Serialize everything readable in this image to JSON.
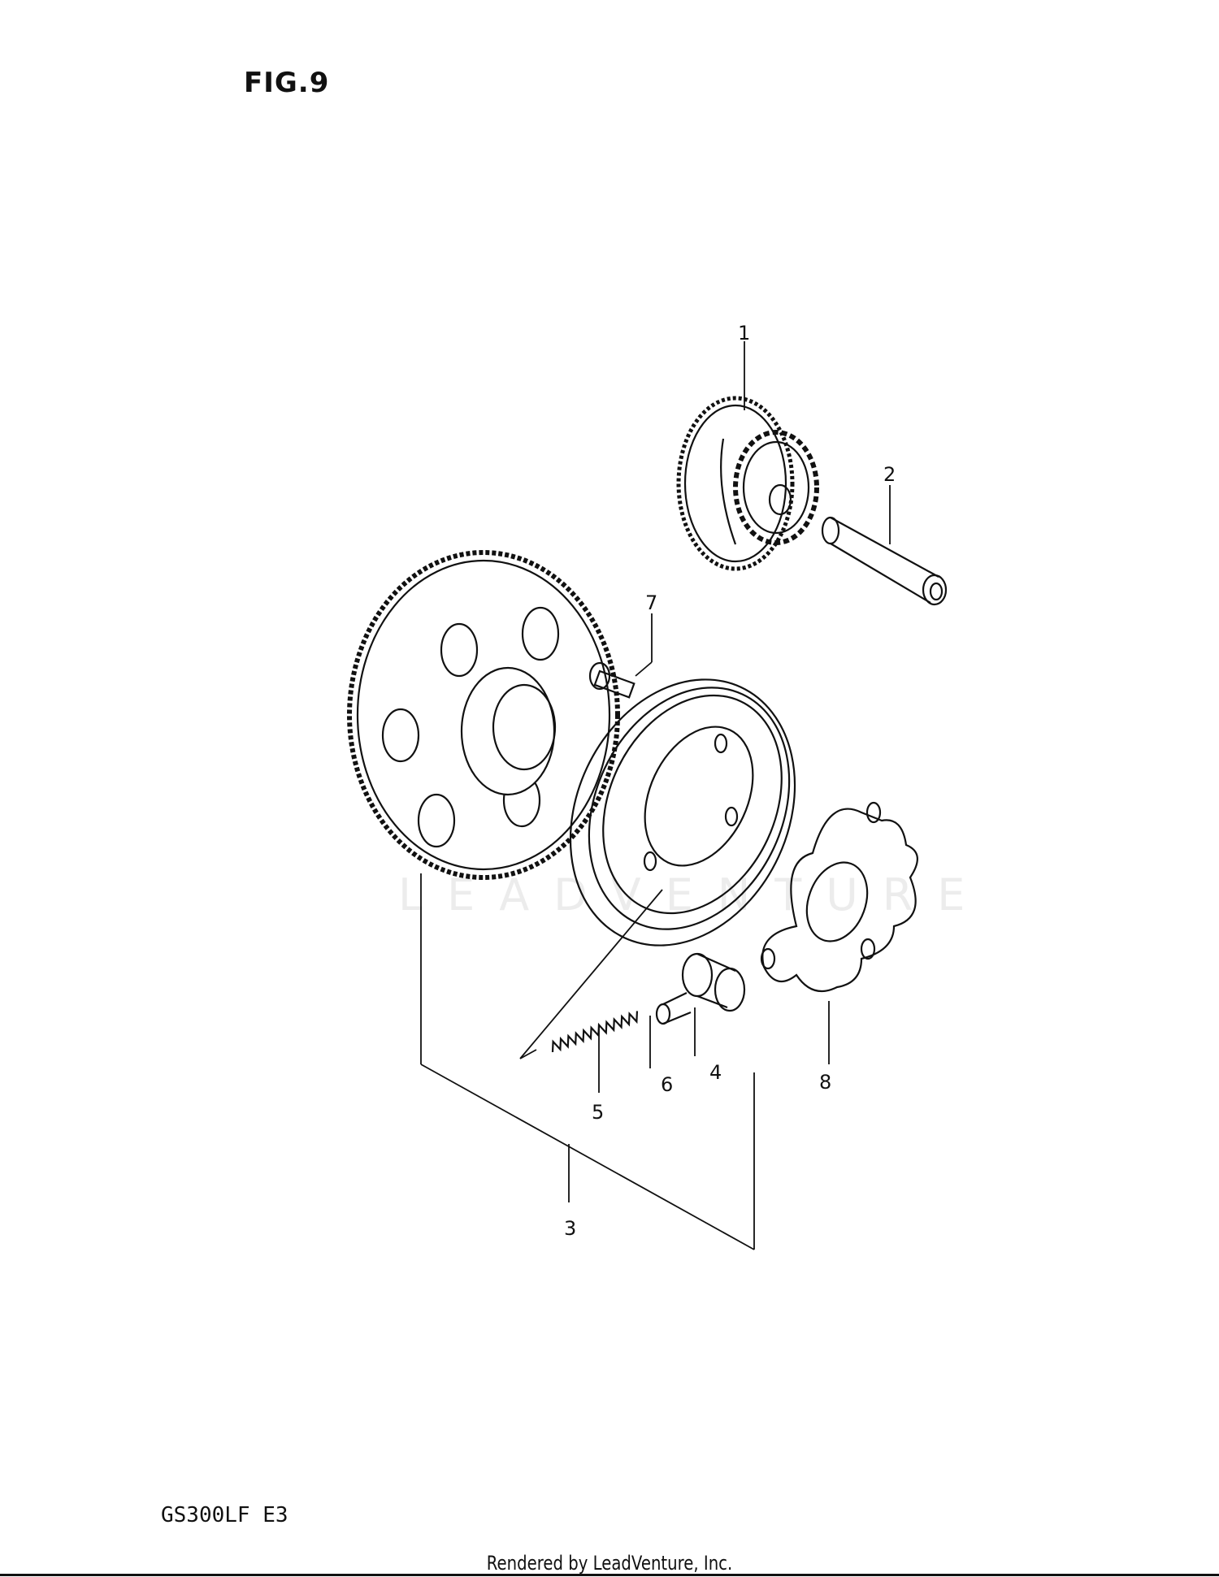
{
  "header": {
    "figure_label": "FIG.9"
  },
  "footer": {
    "model_code": "GS300LF E3",
    "rendered_by": "Rendered by LeadVenture, Inc."
  },
  "watermark": {
    "text": "LEADVENTURE"
  },
  "diagram": {
    "type": "exploded-parts-view",
    "callouts": [
      {
        "id": "1",
        "label": "1",
        "part": "starter idle gear"
      },
      {
        "id": "2",
        "label": "2",
        "part": "shaft"
      },
      {
        "id": "3",
        "label": "3",
        "part": "starter clutch assembly"
      },
      {
        "id": "4",
        "label": "4",
        "part": "roller"
      },
      {
        "id": "5",
        "label": "5",
        "part": "spring"
      },
      {
        "id": "6",
        "label": "6",
        "part": "pin"
      },
      {
        "id": "7",
        "label": "7",
        "part": "bolt"
      },
      {
        "id": "8",
        "label": "8",
        "part": "plate"
      }
    ]
  }
}
